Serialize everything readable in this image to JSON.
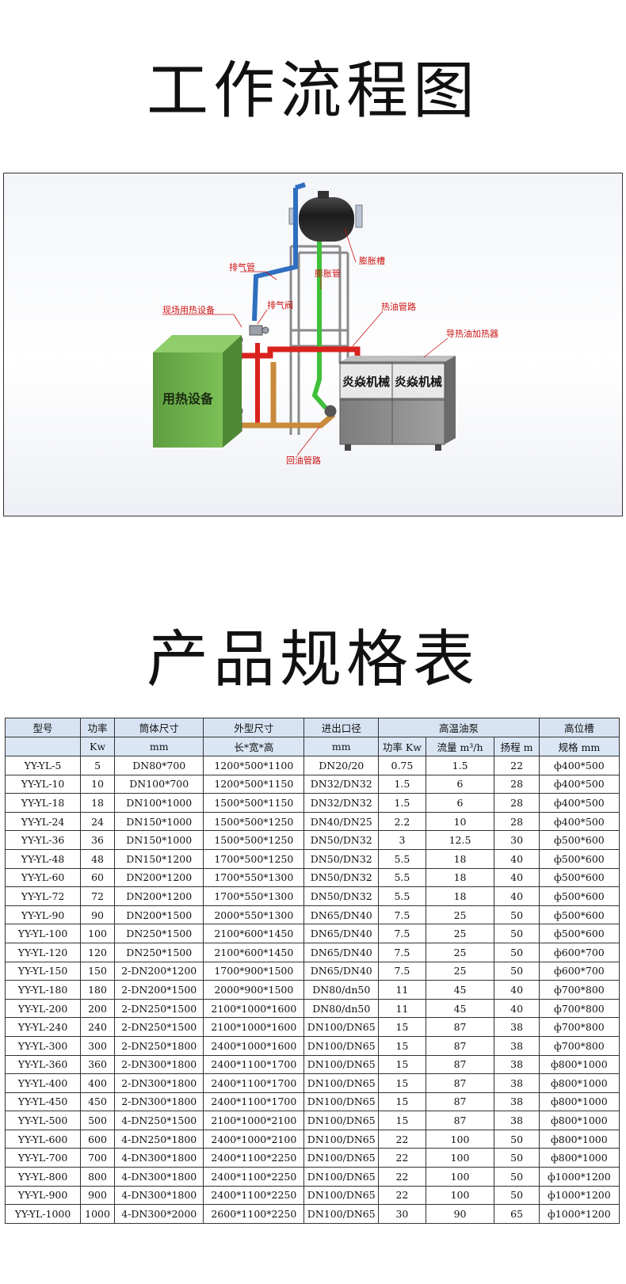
{
  "titles": {
    "workflow": "工作流程图",
    "specs": "产品规格表"
  },
  "diagram": {
    "labels": {
      "exhaust_pipe": "排气管",
      "expansion_tank": "膨胀槽",
      "expansion_pipe": "膨胀管",
      "site_equipment": "现场用热设备",
      "exhaust_valve": "排气阀",
      "hot_oil_line": "热油管路",
      "oil_heater": "导热油加热器",
      "return_line": "回油管路",
      "heat_equipment_body": "用热设备",
      "brand_left": "炎焱机械",
      "brand_right": "炎焱机械"
    },
    "colors": {
      "hot_pipe": "#d9221d",
      "return_pipe": "#c98a3a",
      "exhaust_pipe": "#2f6fc0",
      "expansion_pipe": "#3fbf3a",
      "equipment": "#6fb04e",
      "heater": "#8c8c8c"
    }
  },
  "table": {
    "header1": [
      "型号",
      "功率",
      "筒体尺寸",
      "外型尺寸",
      "进出口径",
      "高温油泵",
      "高位槽"
    ],
    "header2": [
      "",
      "Kw",
      "mm",
      "长*宽*高",
      "mm",
      "功率 Kw",
      "流量 m³/h",
      "扬程 m",
      "规格 mm"
    ],
    "rows": [
      [
        "YY-YL-5",
        "5",
        "DN80*700",
        "1200*500*1100",
        "DN20/20",
        "0.75",
        "1.5",
        "22",
        "ф400*500"
      ],
      [
        "YY-YL-10",
        "10",
        "DN100*700",
        "1200*500*1150",
        "DN32/DN32",
        "1.5",
        "6",
        "28",
        "ф400*500"
      ],
      [
        "YY-YL-18",
        "18",
        "DN100*1000",
        "1500*500*1150",
        "DN32/DN32",
        "1.5",
        "6",
        "28",
        "ф400*500"
      ],
      [
        "YY-YL-24",
        "24",
        "DN150*1000",
        "1500*500*1250",
        "DN40/DN25",
        "2.2",
        "10",
        "28",
        "ф400*500"
      ],
      [
        "YY-YL-36",
        "36",
        "DN150*1000",
        "1500*500*1250",
        "DN50/DN32",
        "3",
        "12.5",
        "30",
        "ф500*600"
      ],
      [
        "YY-YL-48",
        "48",
        "DN150*1200",
        "1700*500*1250",
        "DN50/DN32",
        "5.5",
        "18",
        "40",
        "ф500*600"
      ],
      [
        "YY-YL-60",
        "60",
        "DN200*1200",
        "1700*550*1300",
        "DN50/DN32",
        "5.5",
        "18",
        "40",
        "ф500*600"
      ],
      [
        "YY-YL-72",
        "72",
        "DN200*1200",
        "1700*550*1300",
        "DN50/DN32",
        "5.5",
        "18",
        "40",
        "ф500*600"
      ],
      [
        "YY-YL-90",
        "90",
        "DN200*1500",
        "2000*550*1300",
        "DN65/DN40",
        "7.5",
        "25",
        "50",
        "ф500*600"
      ],
      [
        "YY-YL-100",
        "100",
        "DN250*1500",
        "2100*600*1450",
        "DN65/DN40",
        "7.5",
        "25",
        "50",
        "ф500*600"
      ],
      [
        "YY-YL-120",
        "120",
        "DN250*1500",
        "2100*600*1450",
        "DN65/DN40",
        "7.5",
        "25",
        "50",
        "ф600*700"
      ],
      [
        "YY-YL-150",
        "150",
        "2-DN200*1200",
        "1700*900*1500",
        "DN65/DN40",
        "7.5",
        "25",
        "50",
        "ф600*700"
      ],
      [
        "YY-YL-180",
        "180",
        "2-DN200*1500",
        "2000*900*1500",
        "DN80/dn50",
        "11",
        "45",
        "40",
        "ф700*800"
      ],
      [
        "YY-YL-200",
        "200",
        "2-DN250*1500",
        "2100*1000*1600",
        "DN80/dn50",
        "11",
        "45",
        "40",
        "ф700*800"
      ],
      [
        "YY-YL-240",
        "240",
        "2-DN250*1500",
        "2100*1000*1600",
        "DN100/DN65",
        "15",
        "87",
        "38",
        "ф700*800"
      ],
      [
        "YY-YL-300",
        "300",
        "2-DN250*1800",
        "2400*1000*1600",
        "DN100/DN65",
        "15",
        "87",
        "38",
        "ф700*800"
      ],
      [
        "YY-YL-360",
        "360",
        "2-DN300*1800",
        "2400*1100*1700",
        "DN100/DN65",
        "15",
        "87",
        "38",
        "ф800*1000"
      ],
      [
        "YY-YL-400",
        "400",
        "2-DN300*1800",
        "2400*1100*1700",
        "DN100/DN65",
        "15",
        "87",
        "38",
        "ф800*1000"
      ],
      [
        "YY-YL-450",
        "450",
        "2-DN300*1800",
        "2400*1100*1700",
        "DN100/DN65",
        "15",
        "87",
        "38",
        "ф800*1000"
      ],
      [
        "YY-YL-500",
        "500",
        "4-DN250*1500",
        "2100*1000*2100",
        "DN100/DN65",
        "15",
        "87",
        "38",
        "ф800*1000"
      ],
      [
        "YY-YL-600",
        "600",
        "4-DN250*1800",
        "2400*1000*2100",
        "DN100/DN65",
        "22",
        "100",
        "50",
        "ф800*1000"
      ],
      [
        "YY-YL-700",
        "700",
        "4-DN300*1800",
        "2400*1100*2250",
        "DN100/DN65",
        "22",
        "100",
        "50",
        "ф800*1000"
      ],
      [
        "YY-YL-800",
        "800",
        "4-DN300*1800",
        "2400*1100*2250",
        "DN100/DN65",
        "22",
        "100",
        "50",
        "ф1000*1200"
      ],
      [
        "YY-YL-900",
        "900",
        "4-DN300*1800",
        "2400*1100*2250",
        "DN100/DN65",
        "22",
        "100",
        "50",
        "ф1000*1200"
      ],
      [
        "YY-YL-1000",
        "1000",
        "4-DN300*2000",
        "2600*1100*2250",
        "DN100/DN65",
        "30",
        "90",
        "65",
        "ф1000*1200"
      ]
    ]
  }
}
